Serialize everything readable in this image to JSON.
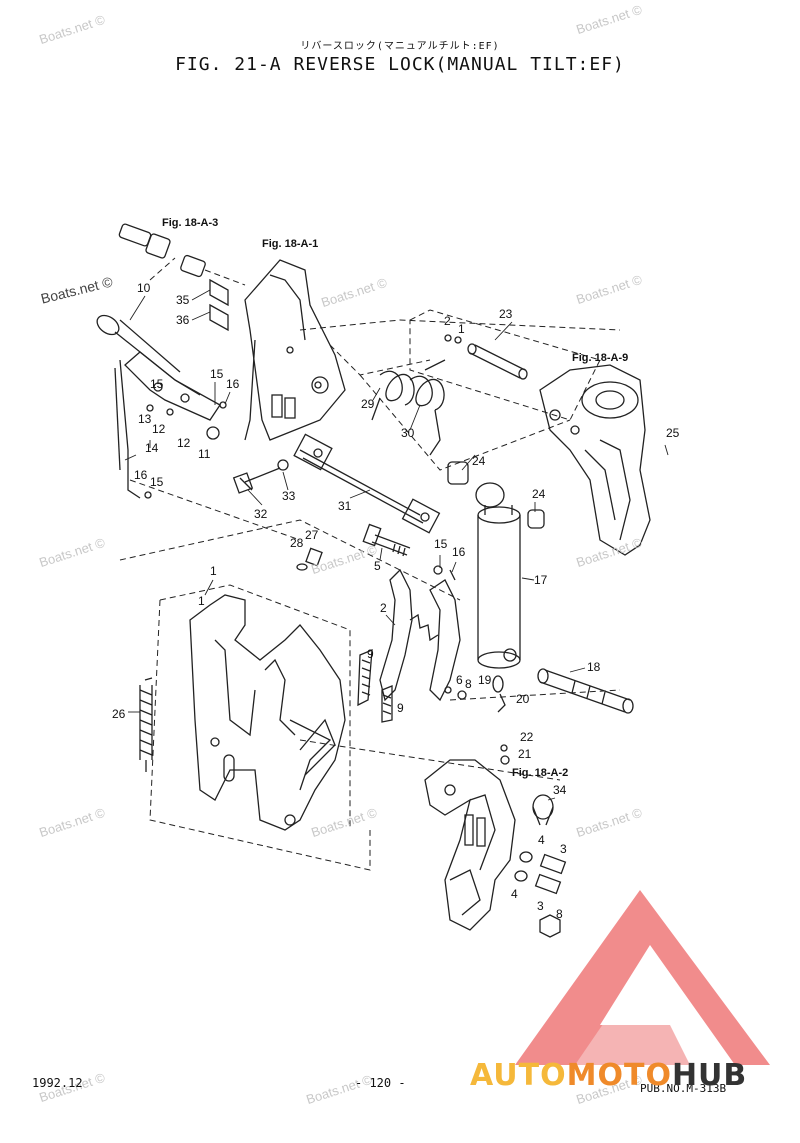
{
  "header": {
    "jp_title": "リバースロック(マニュアルチルト:EF)",
    "title": "FIG. 21-A REVERSE LOCK(MANUAL TILT:EF)"
  },
  "references": [
    {
      "id": "ref-18a3",
      "text": "Fig. 18-A-3"
    },
    {
      "id": "ref-18a1",
      "text": "Fig. 18-A-1"
    },
    {
      "id": "ref-18a9",
      "text": "Fig. 18-A-9"
    },
    {
      "id": "ref-18a2",
      "text": "Fig. 18-A-2"
    }
  ],
  "callouts": [
    "10",
    "35",
    "36",
    "15",
    "16",
    "13",
    "12",
    "12",
    "11",
    "14",
    "16",
    "15",
    "2",
    "1",
    "23",
    "29",
    "30",
    "33",
    "32",
    "31",
    "24",
    "24",
    "25",
    "28",
    "27",
    "5",
    "15",
    "16",
    "17",
    "1",
    "2",
    "9",
    "26",
    "9",
    "6",
    "8",
    "19",
    "20",
    "18",
    "22",
    "21",
    "34",
    "4",
    "3",
    "4",
    "3",
    "8"
  ],
  "watermark": "Boats.net ©",
  "footer": {
    "date": "1992.12",
    "page": "- 120 -",
    "pub": "PUB.NO.M-313B"
  },
  "brand": {
    "part1": "AUTO",
    "part2": "MOTO",
    "part3": "HUB",
    "color_primary": "#f08080",
    "color_accent": "#f5b83a"
  }
}
